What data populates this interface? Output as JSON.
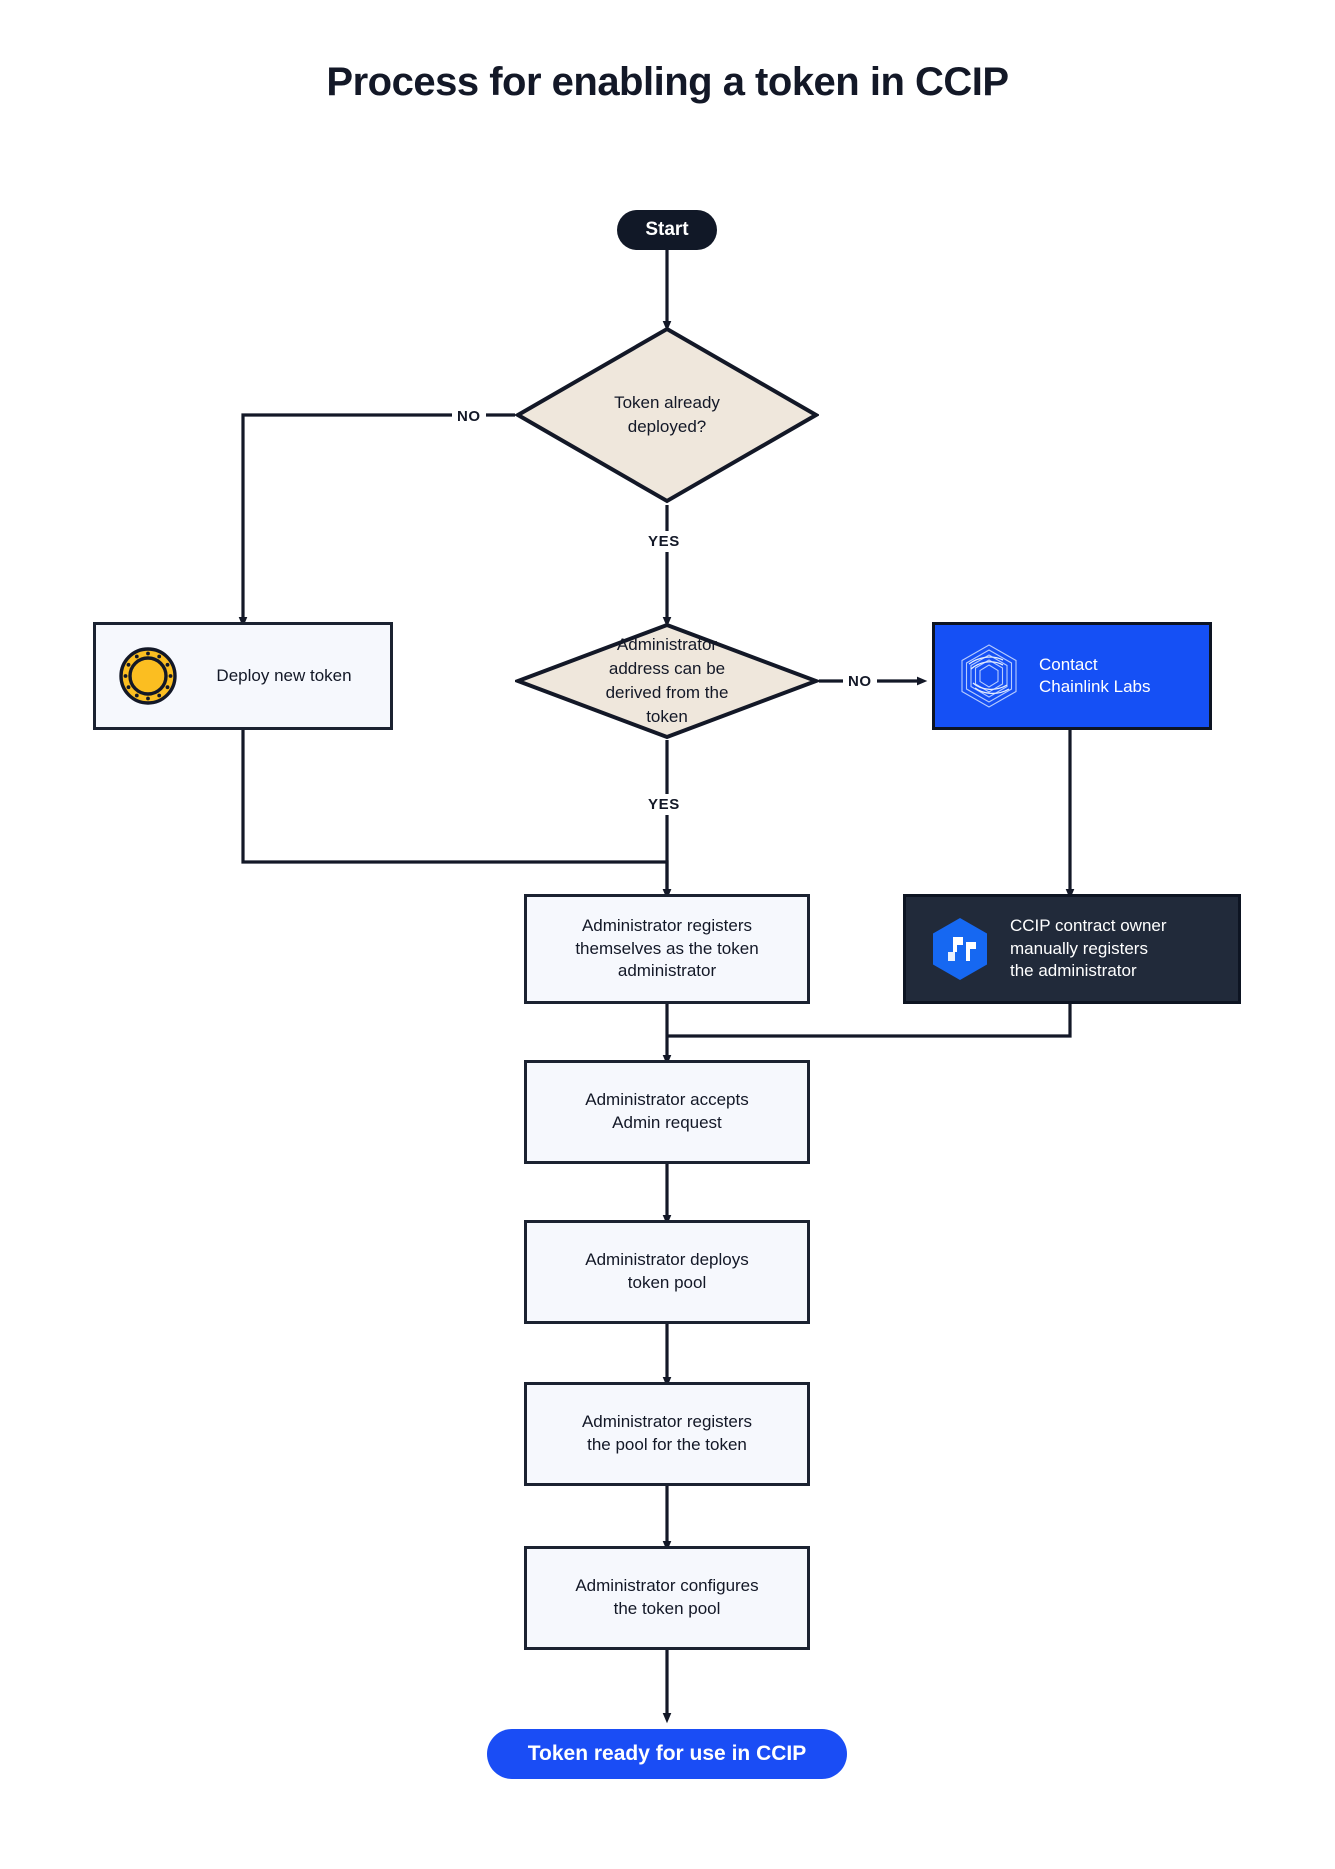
{
  "page": {
    "title": "Process for enabling a token in CCIP",
    "background": "#ffffff"
  },
  "colors": {
    "ink": "#131827",
    "start_fill": "#111827",
    "end_fill": "#1A4DF5",
    "process_fill": "#F6F8FD",
    "process_border": "#1B2231",
    "decision_fill": "#EFE7DC",
    "decision_border": "#131827",
    "chainlink_blue": "#1550F5",
    "ccip_dark": "#212A3A",
    "coin_gold": "#FBBE21"
  },
  "nodes": {
    "start": {
      "label": "Start",
      "type": "terminator"
    },
    "decision_deployed": {
      "label": "Token already deployed?",
      "lines": [
        "Token already",
        "deployed?"
      ],
      "type": "decision"
    },
    "deploy_new_token": {
      "label": "Deploy new token",
      "icon": "gold-coin-icon",
      "type": "process"
    },
    "decision_admin_derived": {
      "label": "Administrator address can be derived from the token",
      "lines": [
        "Administrator",
        "address can be",
        "derived from the",
        "token"
      ],
      "type": "decision"
    },
    "contact_chainlink_labs": {
      "label": "Contact Chainlink Labs",
      "lines": [
        "Contact",
        "Chainlink Labs"
      ],
      "icon": "chainlink-logo-icon",
      "type": "process"
    },
    "admin_registers_self": {
      "label": "Administrator registers themselves as the token administrator",
      "lines": [
        "Administrator registers",
        "themselves as the token",
        "administrator"
      ],
      "type": "process"
    },
    "ccip_owner_registers": {
      "label": "CCIP contract owner manually registers the administrator",
      "lines": [
        "CCIP contract owner",
        "manually registers",
        "the administrator"
      ],
      "icon": "ccip-cube-icon",
      "type": "process"
    },
    "admin_accepts": {
      "label": "Administrator accepts Admin request",
      "lines": [
        "Administrator accepts",
        "Admin request"
      ],
      "type": "process"
    },
    "admin_deploys_pool": {
      "label": "Administrator deploys token pool",
      "lines": [
        "Administrator deploys",
        "token pool"
      ],
      "type": "process"
    },
    "admin_registers_pool": {
      "label": "Administrator registers the pool for the token",
      "lines": [
        "Administrator registers",
        "the pool for the token"
      ],
      "type": "process"
    },
    "admin_configures_pool": {
      "label": "Administrator configures the token pool",
      "lines": [
        "Administrator configures",
        "the token pool"
      ],
      "type": "process"
    },
    "end": {
      "label": "Token ready for use in CCIP",
      "type": "terminator"
    }
  },
  "edge_labels": {
    "deployed_no": "NO",
    "deployed_yes": "YES",
    "derived_no": "NO",
    "derived_yes": "YES"
  }
}
